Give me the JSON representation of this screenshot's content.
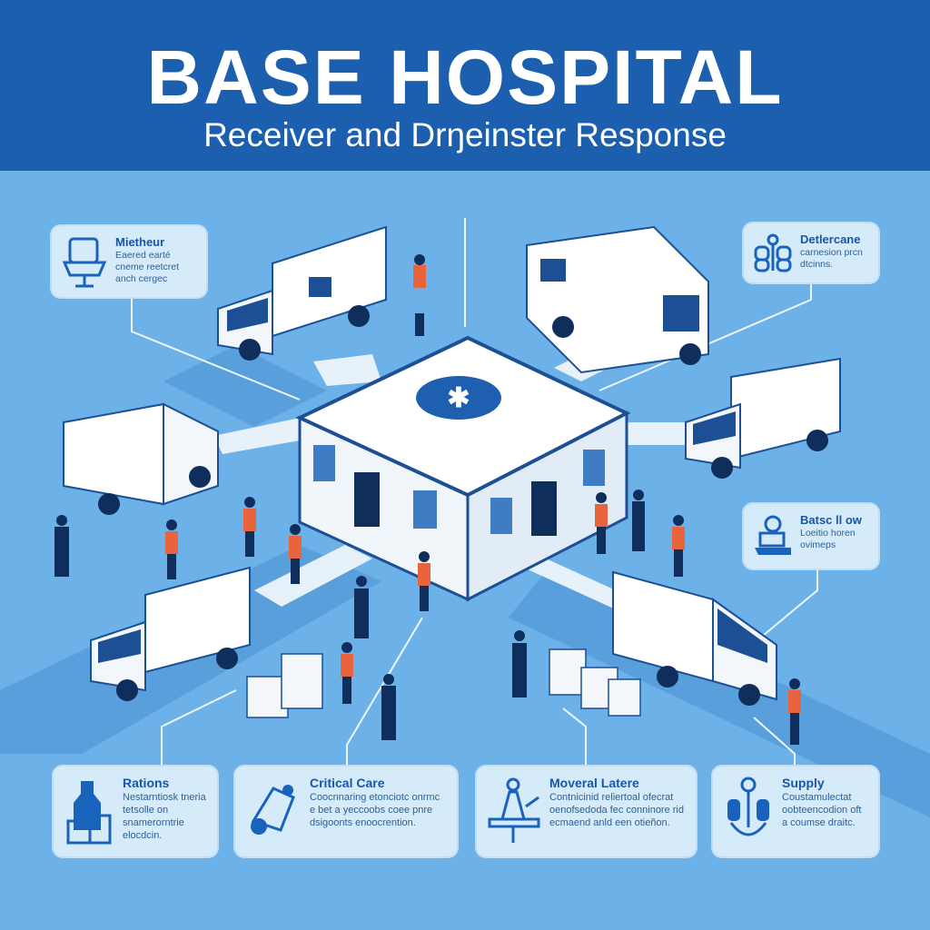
{
  "header": {
    "title": "BASE HOSPITAL",
    "subtitle": "Receiver and Drŋeinster Response"
  },
  "colors": {
    "header": "#1c5fae",
    "background": "#6cb2e8",
    "card": "#d6ebfa",
    "accent": "#1a55a8",
    "staff_shirt": "#e8643c"
  },
  "callouts": [
    {
      "title": "Mietheur",
      "text": "Eaered earté cneme reetcret anch cergec",
      "icon": "tablet-stand-icon"
    },
    {
      "title": "Detlercane",
      "text": "carnesion prcn dtcinns.",
      "icon": "cylinders-icon"
    },
    {
      "title": "Batsc ll ow",
      "text": "Loeitio horen ovimeps",
      "icon": "patient-bed-icon"
    }
  ],
  "cards": [
    {
      "title": "Rations",
      "text": "Nestarntiosk tneria tetsolle on snamerorntrie elocdcin.",
      "icon": "supplies-icon"
    },
    {
      "title": "Critical Care",
      "text": "Coocnnaring etonciotc onrmc e bet a yeccoobs coee pnre dsigoonts enoocrention.",
      "icon": "medical-kit-icon"
    },
    {
      "title": "Moveral Latere",
      "text": "Contnicinid reliertoal ofecrat oenofsedoda fec conninore rid ecmaend anld een otieñon.",
      "icon": "stretcher-icon"
    },
    {
      "title": "Supply",
      "text": "Coustamulectat oobteencodion oft a coumse draitc.",
      "icon": "staff-icon"
    }
  ]
}
